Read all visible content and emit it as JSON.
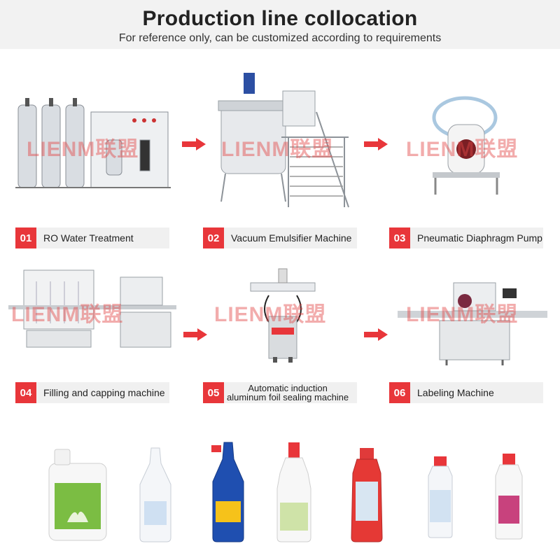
{
  "header": {
    "title": "Production line collocation",
    "subtitle": "For reference only, can be customized according to requirements"
  },
  "watermark": "LIENM联盟",
  "steps": [
    {
      "num": "01",
      "label": "RO Water Treatment"
    },
    {
      "num": "02",
      "label": "Vacuum Emulsifier Machine"
    },
    {
      "num": "03",
      "label": "Pneumatic Diaphragm Pump"
    },
    {
      "num": "04",
      "label": "Filling and capping machine"
    },
    {
      "num": "05",
      "label_line1": "Automatic induction",
      "label_line2": "aluminum  foil sealing machine"
    },
    {
      "num": "06",
      "label": "Labeling Machine"
    }
  ],
  "colors": {
    "accent": "#e8363a",
    "label_bg": "#f0f0f0",
    "header_bg": "#f2f2f2"
  },
  "icons": [
    "arrow-right-icon"
  ]
}
